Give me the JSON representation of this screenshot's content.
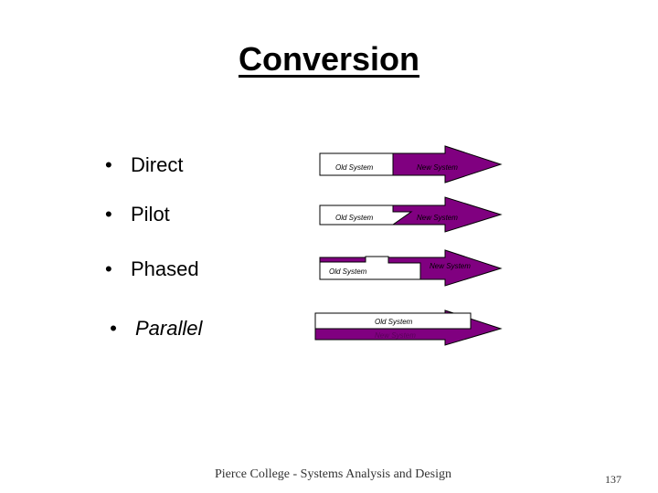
{
  "slide": {
    "title": "Conversion",
    "footer": "Pierce College - Systems Analysis and Design",
    "page_number": "137"
  },
  "bullets": [
    {
      "dot": "•",
      "text": "Direct"
    },
    {
      "dot": "•",
      "text": "Pilot"
    },
    {
      "dot": "•",
      "text": "Phased"
    },
    {
      "dot": "•",
      "text": "Parallel"
    }
  ],
  "diagrams": {
    "old_label": "Old System",
    "new_label": "New System"
  },
  "colors": {
    "arrow_fill": "#800080",
    "old_box_fill": "#ffffff",
    "outline": "#000000"
  }
}
